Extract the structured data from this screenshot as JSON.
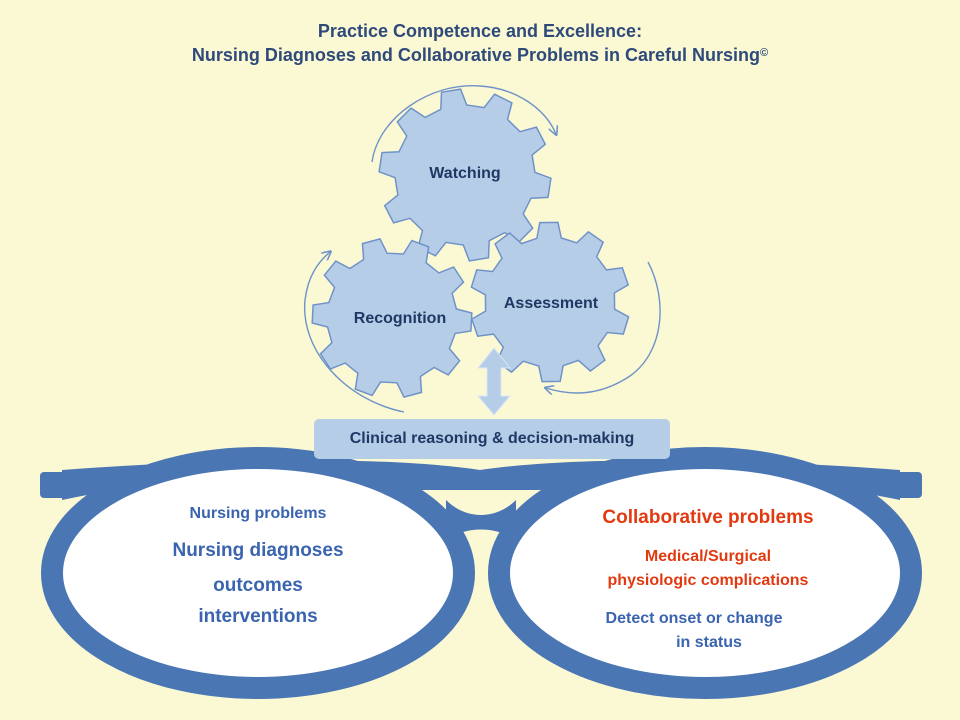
{
  "title_line1": "Practice Competence and Excellence:",
  "title_line2": "Nursing Diagnoses and Collaborative Problems in Careful Nursing",
  "title_symbol": "©",
  "gears": {
    "watching": "Watching",
    "recognition": "Recognition",
    "assessment": "Assessment"
  },
  "reasoning_box": "Clinical reasoning & decision-making",
  "left_lens": {
    "line1": "Nursing  problems",
    "line2": "Nursing diagnoses",
    "line3": "outcomes",
    "line4": "interventions"
  },
  "right_lens": {
    "line1": "Collaborative problems",
    "line2": "Medical/Surgical",
    "line3": "physiologic  complications",
    "line4": "Detect onset or change",
    "line5": "in status"
  },
  "colors": {
    "background": "#fbf8d4",
    "gear_fill": "#b6cde8",
    "gear_stroke": "#6f93c8",
    "frame": "#4a76b4",
    "title": "#2e4a7a",
    "accent_red": "#e23a10"
  }
}
